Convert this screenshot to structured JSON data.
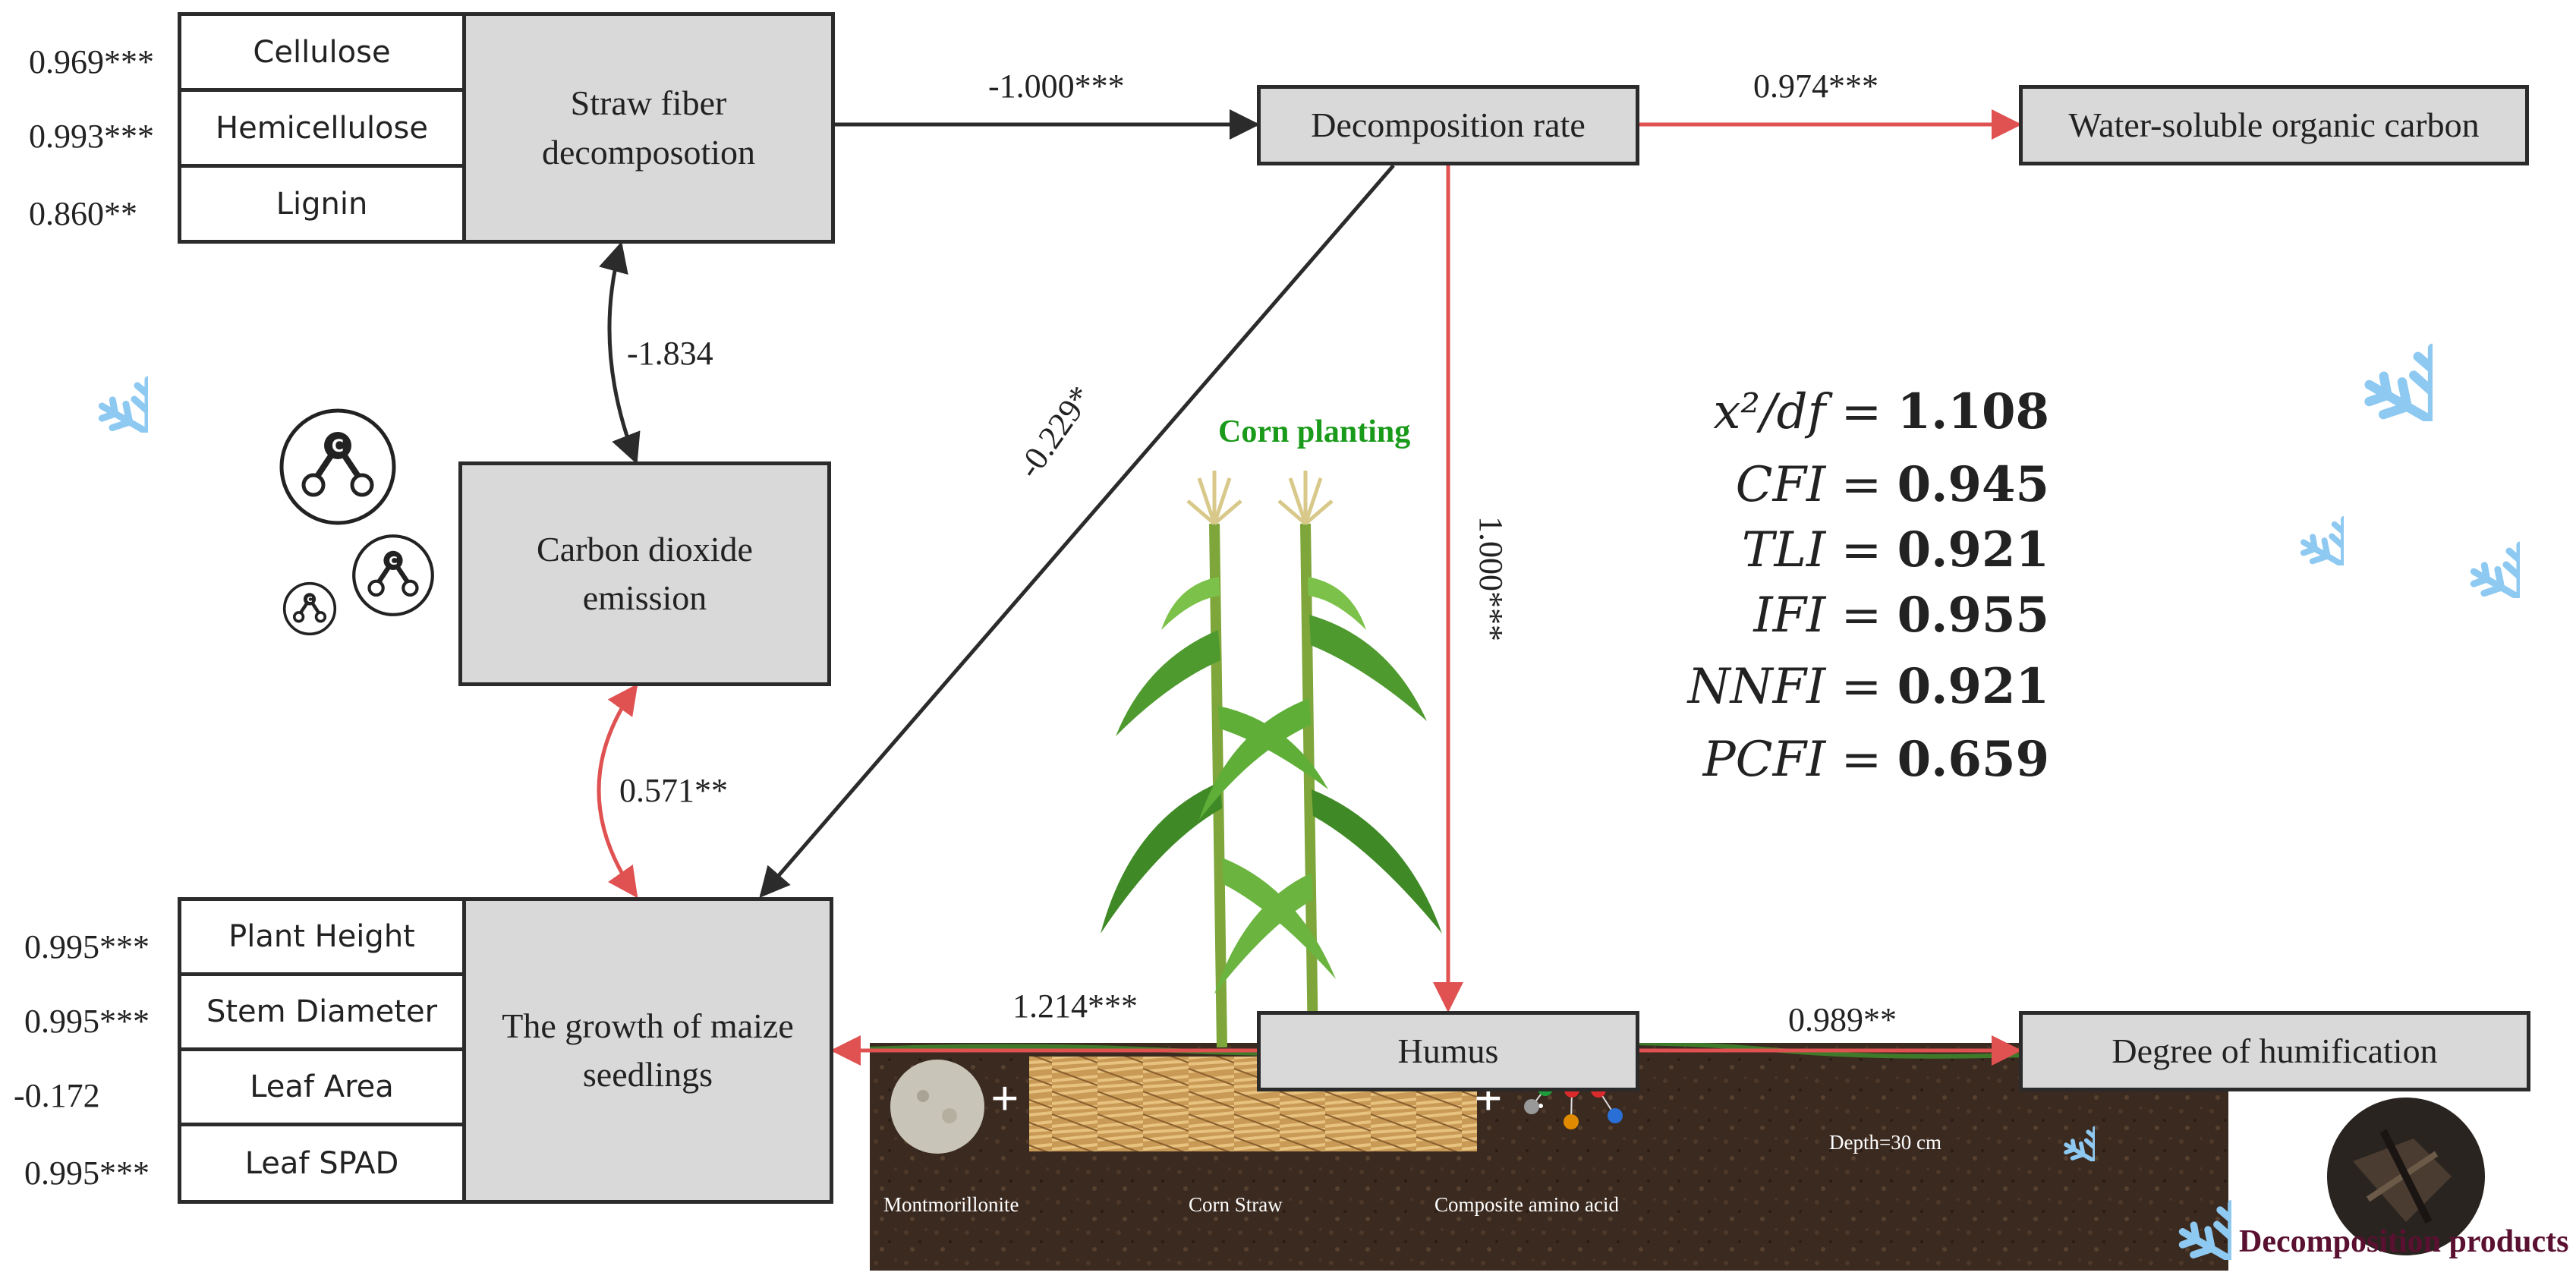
{
  "boxes": {
    "straw": "Straw fiber\ndecomposotion",
    "decomp": "Decomposition rate",
    "woc": "Water-soluble organic carbon",
    "co2": "Carbon dioxide\nemission",
    "maize": "The growth of maize\nseedlings",
    "humus": "Humus",
    "humification": "Degree of humification"
  },
  "straw_items": [
    {
      "label": "Cellulose",
      "coef": "0.969***"
    },
    {
      "label": "Hemicellulose",
      "coef": "0.993***"
    },
    {
      "label": "Lignin",
      "coef": "0.860**"
    }
  ],
  "maize_items": [
    {
      "label": "Plant Height",
      "coef": "0.995***"
    },
    {
      "label": "Stem Diameter",
      "coef": "0.995***"
    },
    {
      "label": "Leaf Area",
      "coef": "-0.172"
    },
    {
      "label": "Leaf SPAD",
      "coef": "0.995***"
    }
  ],
  "paths": {
    "straw_to_decomp": "-1.000***",
    "decomp_to_woc": "0.974***",
    "straw_co2": "-1.834",
    "decomp_to_maize": "-0.229*",
    "decomp_to_humus": "1.000***",
    "co2_maize": "0.571**",
    "humus_to_maize": "1.214***",
    "humus_to_humification": "0.989**"
  },
  "fit_indices": [
    {
      "name": "x²/df",
      "value": "1.108"
    },
    {
      "name": "CFI",
      "value": "0.945"
    },
    {
      "name": "TLI",
      "value": "0.921"
    },
    {
      "name": "IFI",
      "value": "0.955"
    },
    {
      "name": "NNFI",
      "value": "0.921"
    },
    {
      "name": "PCFI",
      "value": "0.659"
    }
  ],
  "labels": {
    "corn_planting": "Corn planting",
    "montmorillonite": "Montmorillonite",
    "corn_straw": "Corn Straw",
    "amino_acid": "Composite amino acid",
    "depth": "Depth=30 cm",
    "decomp_products": "Decomposition products",
    "carbon_symbol": "C",
    "plus": "+"
  },
  "colors": {
    "black_arrow": "#2b2b2b",
    "red_arrow": "#e05252",
    "box_fill": "#d9d9d9",
    "soil": "#3b2a20",
    "snow": "#8ec9f2",
    "corn_title": "#1a9a1a",
    "decomp_title": "#5a1030"
  },
  "amino_acid_dots": [
    {
      "letter": "",
      "color": "#1e9e3a"
    },
    {
      "letter": "",
      "color": "#d92b2b"
    },
    {
      "letter": "",
      "color": "#d92b2b"
    },
    {
      "letter": "",
      "color": "#999999"
    },
    {
      "letter": "",
      "color": "#e08a00"
    },
    {
      "letter": "",
      "color": "#2a6fd6"
    }
  ]
}
